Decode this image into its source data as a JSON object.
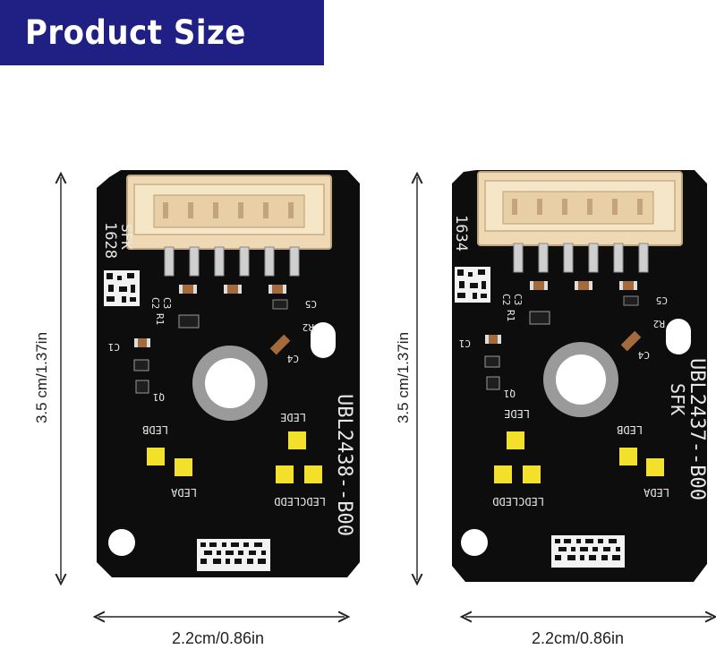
{
  "banner": {
    "title": "Product Size"
  },
  "colors": {
    "banner": "#1f1f84",
    "pcb": "#0d0d0d",
    "connector": "#efd8b4",
    "led": "#f3e02a",
    "silk": "#e8e8e8"
  },
  "left_board": {
    "height_label": "3.5 cm/1.37in",
    "width_label": "2.2cm/0.86in",
    "part_number": "UBL2438--B00",
    "date_code": "1628",
    "vendor": "SFK",
    "labels": {
      "led_a": "LEDA",
      "led_b": "LEDB",
      "led_c_d": "LEDCLEDD",
      "led_e": "LEDE",
      "c1": "C1",
      "c2": "C2",
      "c3": "C3",
      "c4": "C4",
      "c5": "C5",
      "r1": "R1",
      "r2": "R2",
      "q1": "Q1"
    }
  },
  "right_board": {
    "height_label": "3.5 cm/1.37in",
    "width_label": "2.2cm/0.86in",
    "part_number": "UBL2437--B00",
    "date_code": "1634",
    "vendor": "SFK",
    "labels": {
      "led_a": "LEDA",
      "led_b": "LEDB",
      "led_c_d": "LEDCLEDD",
      "led_e": "LEDE",
      "c1": "C1",
      "c2": "C2",
      "c3": "C3",
      "c4": "C4",
      "c5": "C5",
      "r1": "R1",
      "r2": "R2",
      "q1": "Q1"
    }
  }
}
